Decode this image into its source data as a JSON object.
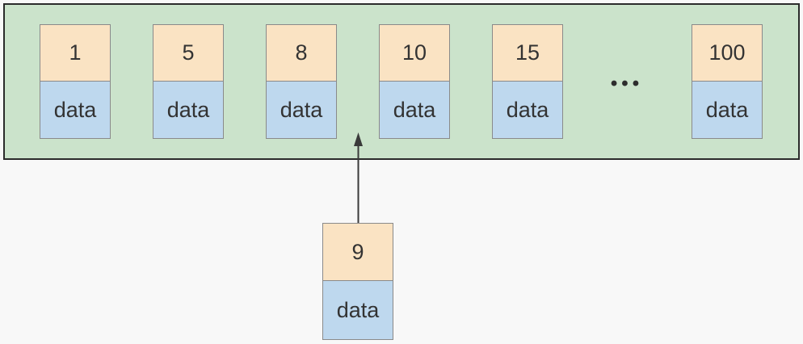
{
  "colors": {
    "page_bg": "#f8f8f8",
    "container_fill": "#cbe3cb",
    "container_border": "#2b2b2b",
    "key_fill": "#fae3c3",
    "data_fill": "#bed8ee",
    "cell_border": "#8a8a8a",
    "text": "#333333",
    "arrow": "#3a3a3a"
  },
  "array_nodes": [
    {
      "key": "1",
      "data_label": "data"
    },
    {
      "key": "5",
      "data_label": "data"
    },
    {
      "key": "8",
      "data_label": "data"
    },
    {
      "key": "10",
      "data_label": "data"
    },
    {
      "key": "15",
      "data_label": "data"
    },
    {
      "key": "100",
      "data_label": "data"
    }
  ],
  "ellipsis": "•••",
  "insert_node": {
    "key": "9",
    "data_label": "data"
  }
}
